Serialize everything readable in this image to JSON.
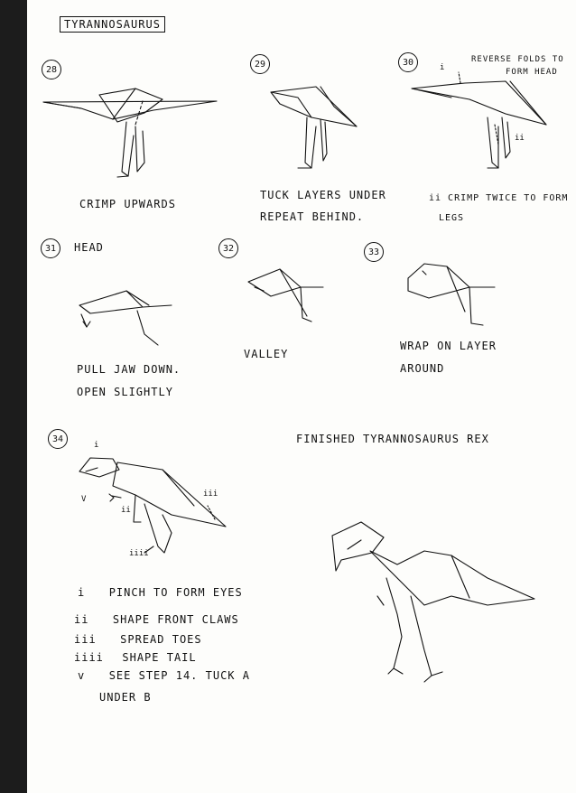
{
  "title": "TYRANNOSAURUS",
  "steps": [
    {
      "number": "28",
      "caption": "CRIMP UPWARDS"
    },
    {
      "number": "29",
      "caption_lines": [
        "TUCK LAYERS UNDER",
        "REPEAT BEHIND."
      ]
    },
    {
      "number": "30",
      "note_lines": [
        "REVERSE FOLDS TO",
        "FORM HEAD"
      ],
      "marker_i": "i",
      "marker_ii": "ii",
      "caption_lines": [
        "ii CRIMP TWICE TO FORM",
        "LEGS"
      ]
    },
    {
      "number": "31",
      "label": "HEAD",
      "caption_lines": [
        "PULL JAW DOWN.",
        "OPEN SLIGHTLY"
      ]
    },
    {
      "number": "32",
      "caption": "VALLEY"
    },
    {
      "number": "33",
      "caption_lines": [
        "WRAP ON LAYER",
        "AROUND"
      ]
    },
    {
      "number": "34",
      "markers": {
        "i": "i",
        "ii": "ii",
        "iii_tail": "iii",
        "iiii_toes": "iiii",
        "v": "V"
      },
      "instructions": [
        {
          "marker": "i",
          "text": "PINCH TO FORM EYES"
        },
        {
          "marker": "ii",
          "text": "SHAPE FRONT CLAWS"
        },
        {
          "marker": "iii",
          "text": "SPREAD TOES"
        },
        {
          "marker": "iiii",
          "text": "SHAPE TAIL"
        },
        {
          "marker": "v",
          "text": "SEE STEP 14. TUCK A"
        },
        {
          "marker": "",
          "text": "UNDER B"
        }
      ]
    }
  ],
  "finished_label": "FINISHED TYRANNOSAURUS REX"
}
